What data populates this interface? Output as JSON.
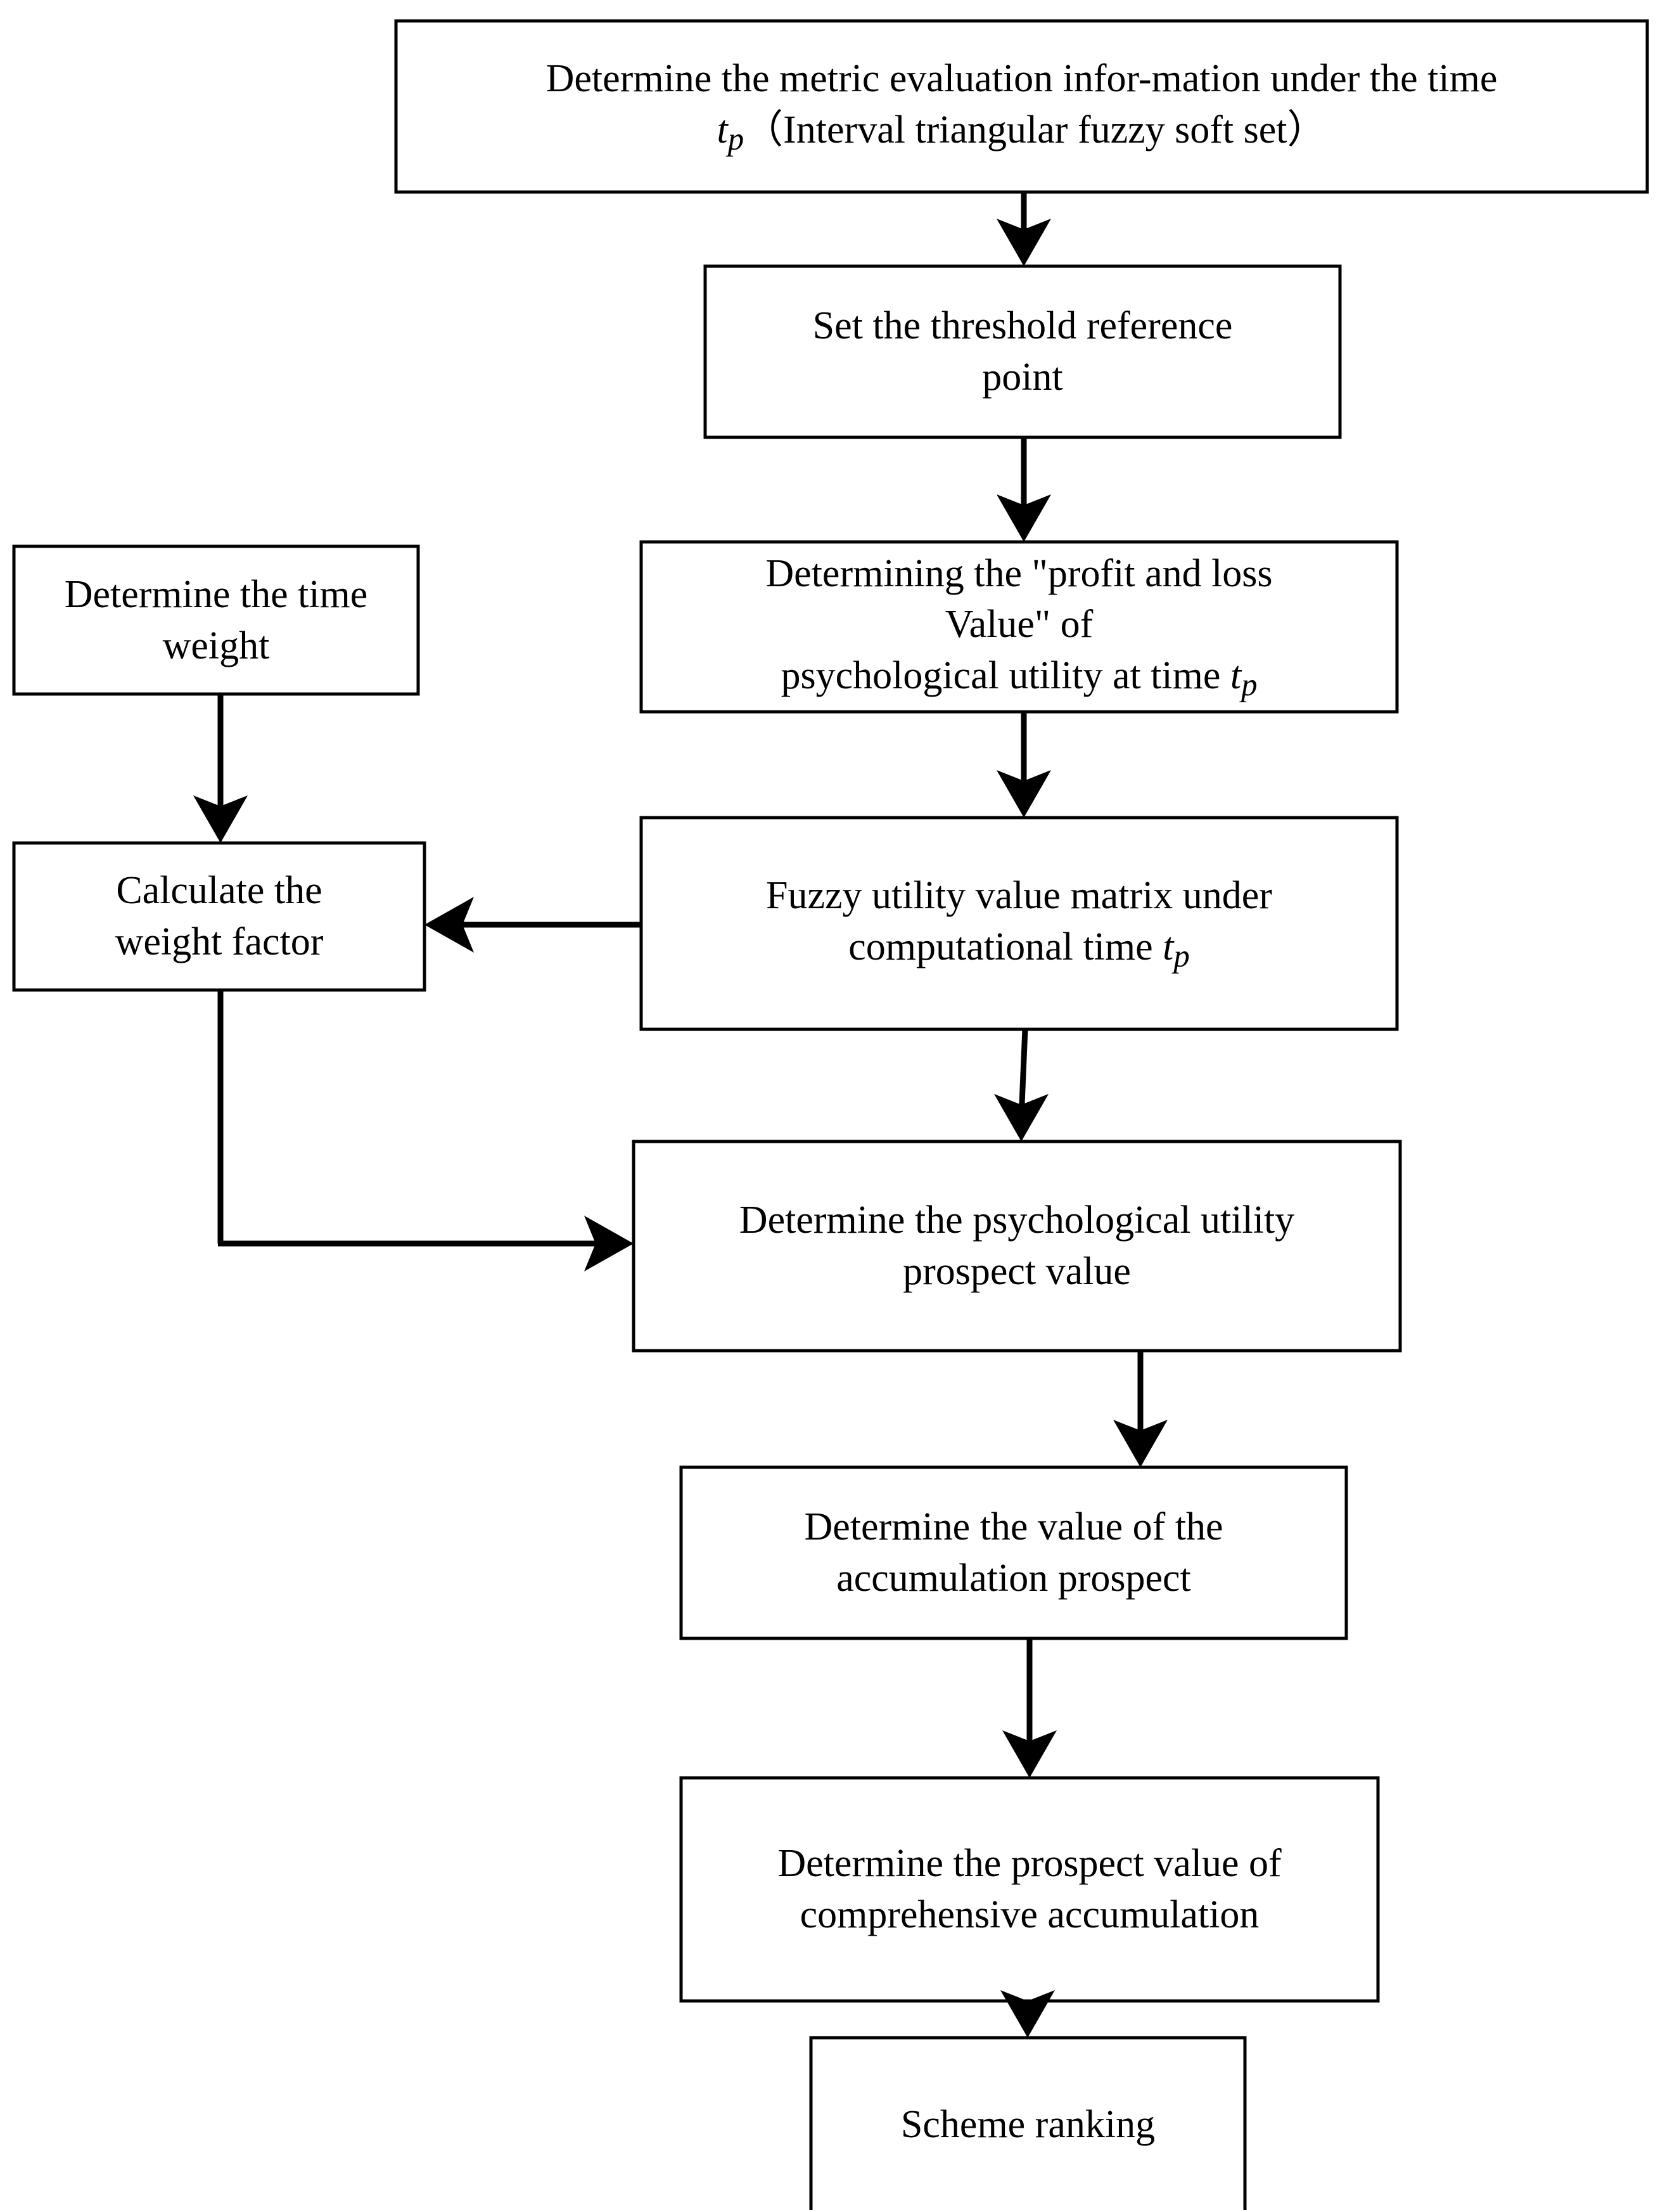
{
  "diagram": {
    "title": "Psychological utility prospect value decision flowchart",
    "orientation": "top-to-bottom",
    "background_color": "#ffffff",
    "line_color": "#000000",
    "box_fill_color": "#ffffff",
    "nodes": [
      {
        "id": "metric-evaluation-info",
        "lines": [
          "Determine the metric evaluation infor-mation under the time",
          "tp（Interval triangular fuzzy soft set）"
        ],
        "line1": "Determine the metric evaluation infor-mation under the time",
        "line2_prefix": "t",
        "line2_sub": "p",
        "line2_suffix": "（Interval triangular fuzzy soft set）"
      },
      {
        "id": "threshold-reference-point",
        "line1": "Set the threshold reference",
        "line2": "point"
      },
      {
        "id": "profit-and-loss-value",
        "line1": "Determining the \"profit and loss",
        "line2": "Value\" of",
        "line3_prefix": "psychological utility at time ",
        "line3_var": "t",
        "line3_sub": "p"
      },
      {
        "id": "time-weight",
        "line1": "Determine the time",
        "line2": "weight"
      },
      {
        "id": "weight-factor",
        "line1": "Calculate the",
        "line2": "weight factor"
      },
      {
        "id": "fuzzy-utility-matrix",
        "line1": "Fuzzy utility value matrix under",
        "line2_prefix": "computational time ",
        "line2_var": "t",
        "line2_sub": "p"
      },
      {
        "id": "psychological-utility-prospect-value",
        "line1": "Determine the psychological utility",
        "line2": "prospect value"
      },
      {
        "id": "accumulation-prospect-value",
        "line1": "Determine the value of the",
        "line2": "accumulation prospect"
      },
      {
        "id": "comprehensive-accumulation-prospect-value",
        "line1": "Determine the prospect value of",
        "line2": "comprehensive accumulation"
      },
      {
        "id": "scheme-ranking",
        "line1": "Scheme ranking"
      }
    ],
    "edges": [
      {
        "from": "metric-evaluation-info",
        "to": "threshold-reference-point",
        "direction": "down"
      },
      {
        "from": "threshold-reference-point",
        "to": "profit-and-loss-value",
        "direction": "down"
      },
      {
        "from": "profit-and-loss-value",
        "to": "fuzzy-utility-matrix",
        "direction": "down"
      },
      {
        "from": "time-weight",
        "to": "weight-factor",
        "direction": "down"
      },
      {
        "from": "fuzzy-utility-matrix",
        "to": "weight-factor",
        "direction": "left"
      },
      {
        "from": "fuzzy-utility-matrix",
        "to": "psychological-utility-prospect-value",
        "direction": "down"
      },
      {
        "from": "weight-factor",
        "to": "psychological-utility-prospect-value",
        "direction": "down-then-right"
      },
      {
        "from": "psychological-utility-prospect-value",
        "to": "accumulation-prospect-value",
        "direction": "down"
      },
      {
        "from": "accumulation-prospect-value",
        "to": "comprehensive-accumulation-prospect-value",
        "direction": "down"
      },
      {
        "from": "comprehensive-accumulation-prospect-value",
        "to": "scheme-ranking",
        "direction": "down"
      }
    ]
  }
}
